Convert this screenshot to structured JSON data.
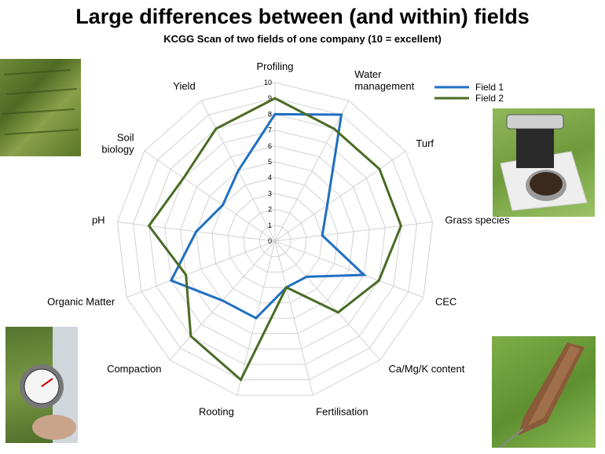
{
  "header": {
    "title": "Large differences between (and within) fields",
    "subtitle": "KCGG Scan of two fields of one company (10 = excellent)"
  },
  "photos": {
    "top_left": "grass-field-photo",
    "right_upper": "soil-scanner-photo",
    "bottom_left": "penetrometer-gauge-photo",
    "bottom_right": "soil-core-sample-photo"
  },
  "chart_data": {
    "type": "radar",
    "categories": [
      "Profiling",
      "Water management",
      "Turf",
      "Grass species",
      "CEC",
      "Ca/Mg/K content",
      "Fertilisation",
      "Rooting",
      "Compaction",
      "Organic Matter",
      "pH",
      "Soil biology",
      "Yield"
    ],
    "category_lines": [
      [
        "Profiling"
      ],
      [
        "Water",
        "management"
      ],
      [
        "Turf"
      ],
      [
        "Grass species"
      ],
      [
        "CEC"
      ],
      [
        "Ca/Mg/K content"
      ],
      [
        "Fertilisation"
      ],
      [
        "Rooting"
      ],
      [
        "Compaction"
      ],
      [
        "Organic Matter"
      ],
      [
        "pH"
      ],
      [
        "Soil",
        "biology"
      ],
      [
        "Yield"
      ]
    ],
    "scale": {
      "min": 0,
      "max": 10,
      "step": 1
    },
    "tick_labels": [
      "0",
      "1",
      "2",
      "3",
      "4",
      "5",
      "6",
      "7",
      "8",
      "9",
      "10"
    ],
    "grid": true,
    "legend_position": "top-right",
    "series": [
      {
        "name": "Field 1",
        "color": "#1f6fc2",
        "values": [
          8,
          9,
          4,
          3,
          6,
          3,
          3,
          5,
          5,
          7,
          5,
          4,
          5
        ]
      },
      {
        "name": "Field 2",
        "color": "#4a6b24",
        "values": [
          9,
          8,
          8,
          8,
          7,
          6,
          3,
          9,
          8,
          6,
          8,
          7,
          8
        ]
      }
    ]
  }
}
